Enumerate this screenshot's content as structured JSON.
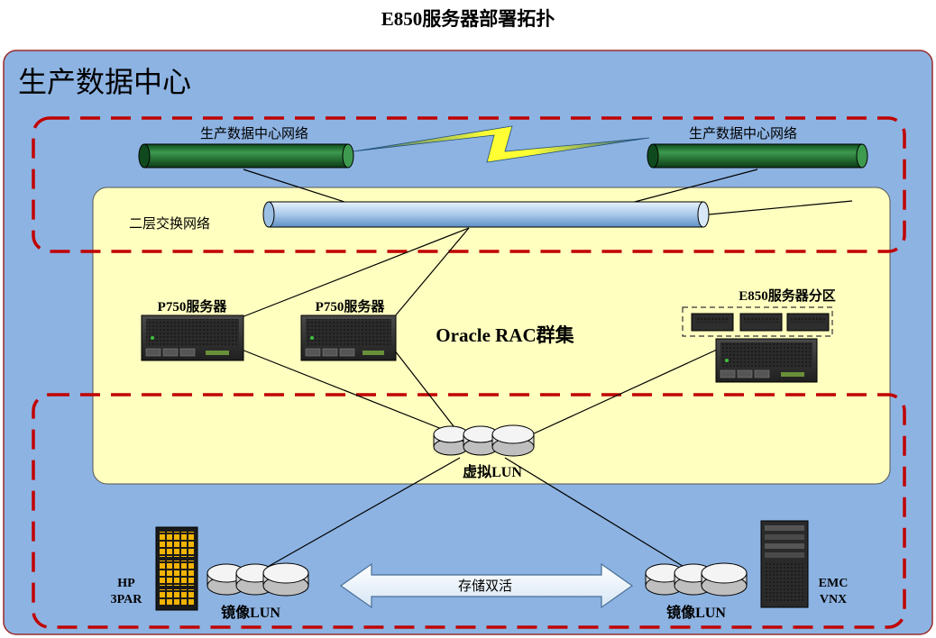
{
  "title": "E850服务器部署拓扑",
  "datacenter": {
    "label": "生产数据中心"
  },
  "networks": {
    "left_label": "生产数据中心网络",
    "right_label": "生产数据中心网络",
    "switch_label": "二层交换网络"
  },
  "servers": {
    "p750_a_label": "P750服务器",
    "p750_b_label": "P750服务器",
    "e850_label": "E850服务器分区",
    "cluster_label": "Oracle RAC群集"
  },
  "storage": {
    "virtual_lun_label": "虚拟LUN",
    "left_mirror_label": "镜像LUN",
    "right_mirror_label": "镜像LUN",
    "active_active_label": "存储双活",
    "hp_name": "HP",
    "hp_model": "3PAR",
    "emc_name": "EMC",
    "emc_model": "VNX"
  },
  "colors": {
    "background_blue": "#8db3e2",
    "border_red": "#c00000",
    "cluster_yellow": "#ffffc0",
    "wan_green": "#1f6f2f",
    "lightning_yellow": "#ffff33"
  }
}
